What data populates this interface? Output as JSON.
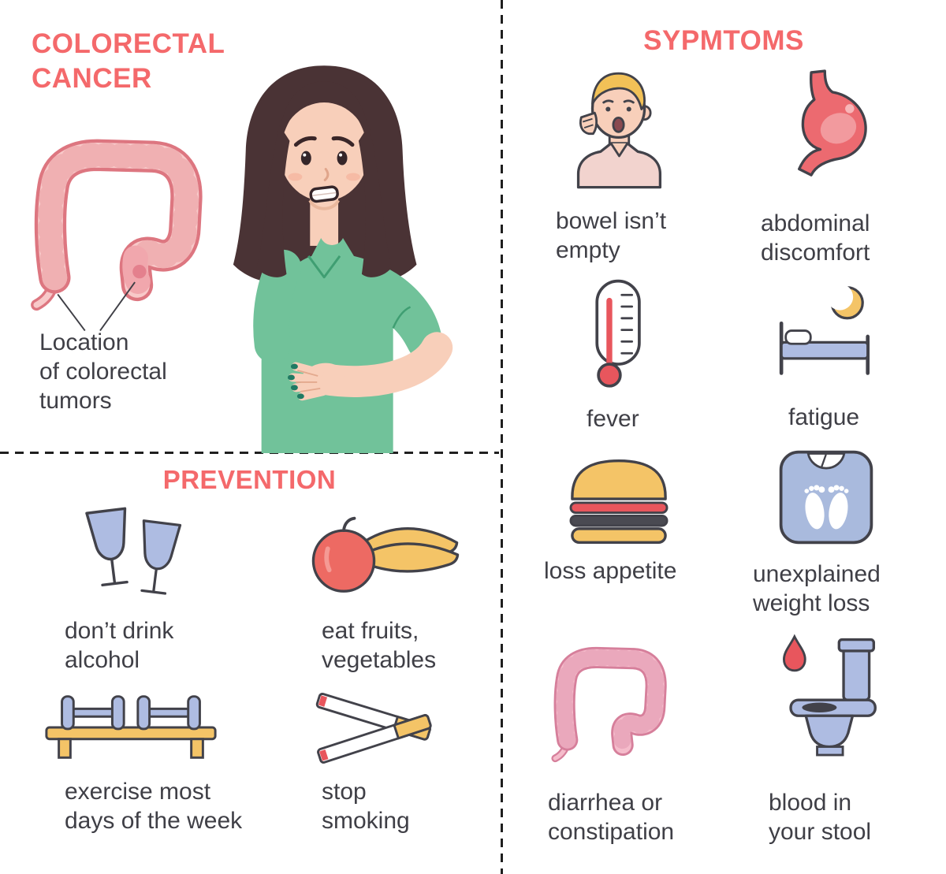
{
  "disease": {
    "title": "COLORECTAL\nCANCER",
    "colon_caption": "Location\nof colorectal\ntumors",
    "illustrations": [
      "colon-with-tumor-illustration",
      "worried-woman-illustration"
    ]
  },
  "prevention": {
    "title": "PREVENTION",
    "items": [
      {
        "icon": "wine-glasses-icon",
        "label": "don’t drink\nalcohol"
      },
      {
        "icon": "fruits-icon",
        "label": "eat fruits,\nvegetables"
      },
      {
        "icon": "dumbbells-bench-icon",
        "label": "exercise most\ndays of the week"
      },
      {
        "icon": "cigarettes-icon",
        "label": "stop\nsmoking"
      }
    ]
  },
  "symptoms": {
    "title": "SYPMTOMS",
    "items": [
      {
        "icon": "nauseous-person-icon",
        "label": "bowel isn’t\nempty"
      },
      {
        "icon": "stomach-icon",
        "label": "abdominal\ndiscomfort"
      },
      {
        "icon": "thermometer-icon",
        "label": "fever"
      },
      {
        "icon": "bed-moon-icon",
        "label": "fatigue"
      },
      {
        "icon": "hamburger-icon",
        "label": "loss appetite"
      },
      {
        "icon": "weight-scale-icon",
        "label": "unexplained\nweight loss"
      },
      {
        "icon": "intestine-icon",
        "label": "diarrhea or\nconstipation"
      },
      {
        "icon": "toilet-blood-icon",
        "label": "blood in\nyour stool"
      }
    ]
  },
  "colors": {
    "accent": "#f4696b",
    "text": "#3f3f46",
    "outline": "#42424a",
    "blue": "#aebce2",
    "yellow": "#f4c467",
    "red": "#e8565d",
    "green": "#71c29a",
    "skin": "#f8cfba",
    "colon_pink": "#f8c9c9",
    "intestine_pink": "#f5bccb"
  }
}
